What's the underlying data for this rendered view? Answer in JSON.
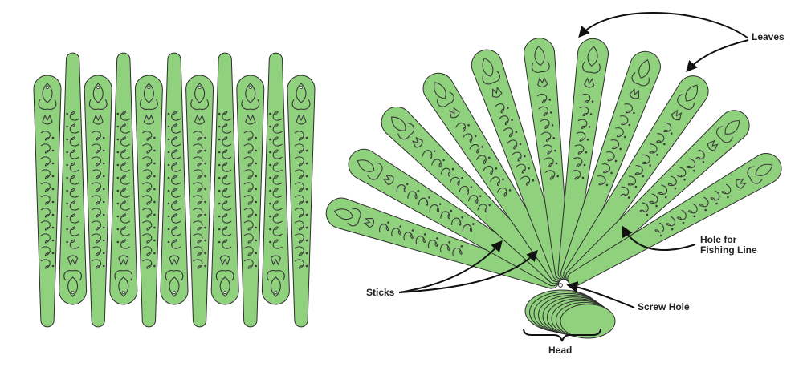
{
  "colors": {
    "leaf_fill": "#8fd17d",
    "outline": "#2f2f2f",
    "ornament": "#3a3a3a",
    "label": "#222222",
    "background": "#ffffff"
  },
  "left_diagram": {
    "description_kind": "flat-layout",
    "leaf_count": 11
  },
  "right_diagram": {
    "description_kind": "assembled-fan",
    "leaf_count": 11
  },
  "labels": {
    "leaves": "Leaves",
    "hole_line1": "Hole for",
    "hole_line2": "Fishing Line",
    "sticks": "Sticks",
    "screw_hole": "Screw Hole",
    "head": "Head"
  },
  "icons": {
    "arrow": "arrow-icon",
    "brace": "curly-brace-icon"
  }
}
